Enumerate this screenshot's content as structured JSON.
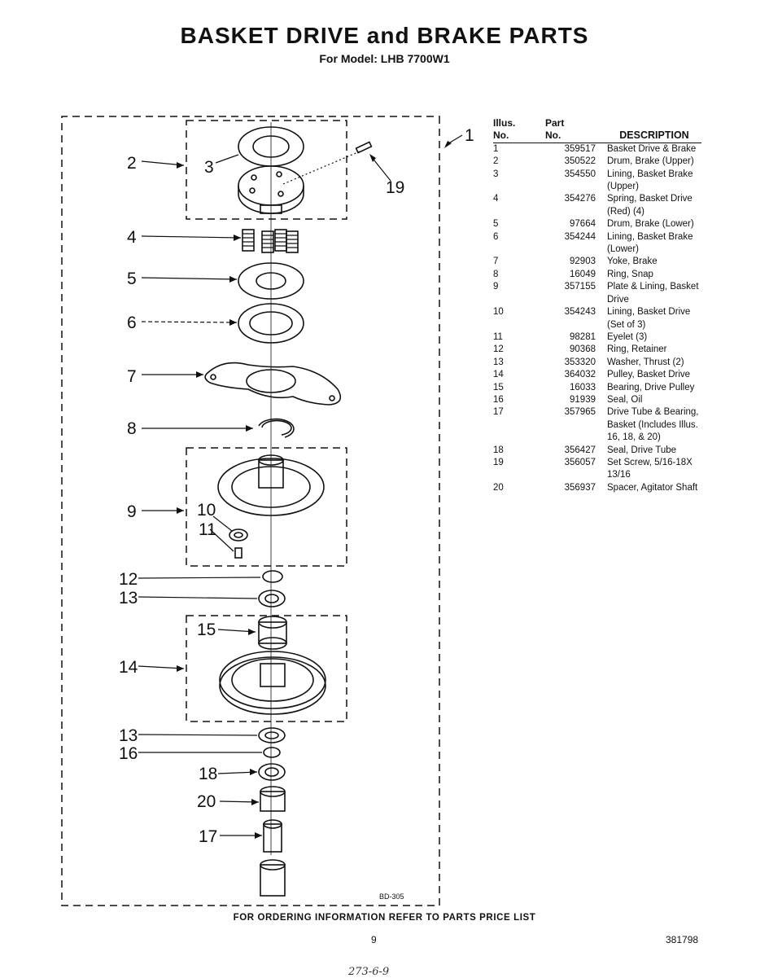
{
  "header": {
    "title": "BASKET DRIVE and BRAKE PARTS",
    "subtitle": "For Model: LHB 7700W1"
  },
  "diagram": {
    "callouts": [
      "1",
      "2",
      "3",
      "19",
      "4",
      "5",
      "6",
      "7",
      "8",
      "9",
      "10",
      "11",
      "12",
      "13",
      "15",
      "14",
      "13",
      "16",
      "18",
      "20",
      "17"
    ],
    "code": "BD-305"
  },
  "table": {
    "headers": {
      "illus": [
        "Illus.",
        "No."
      ],
      "part": [
        "Part",
        "No."
      ],
      "description": "DESCRIPTION"
    },
    "rows": [
      {
        "illus": "1",
        "part": "359517",
        "description": "Basket Drive & Brake"
      },
      {
        "illus": "2",
        "part": "350522",
        "description": "Drum, Brake (Upper)"
      },
      {
        "illus": "3",
        "part": "354550",
        "description": "Lining, Basket Brake (Upper)"
      },
      {
        "illus": "4",
        "part": "354276",
        "description": "Spring, Basket Drive (Red) (4)"
      },
      {
        "illus": "5",
        "part": "97664",
        "description": "Drum, Brake (Lower)"
      },
      {
        "illus": "6",
        "part": "354244",
        "description": "Lining, Basket Brake (Lower)"
      },
      {
        "illus": "7",
        "part": "92903",
        "description": "Yoke, Brake"
      },
      {
        "illus": "8",
        "part": "16049",
        "description": "Ring, Snap"
      },
      {
        "illus": "9",
        "part": "357155",
        "description": "Plate & Lining, Basket Drive"
      },
      {
        "illus": "10",
        "part": "354243",
        "description": "Lining, Basket Drive (Set of 3)"
      },
      {
        "illus": "11",
        "part": "98281",
        "description": "Eyelet (3)"
      },
      {
        "illus": "12",
        "part": "90368",
        "description": "Ring, Retainer"
      },
      {
        "illus": "13",
        "part": "353320",
        "description": "Washer, Thrust (2)"
      },
      {
        "illus": "14",
        "part": "364032",
        "description": "Pulley, Basket Drive"
      },
      {
        "illus": "15",
        "part": "16033",
        "description": "Bearing, Drive Pulley"
      },
      {
        "illus": "16",
        "part": "91939",
        "description": "Seal, Oil"
      },
      {
        "illus": "17",
        "part": "357965",
        "description": "Drive Tube & Bearing, Basket (Includes Illus. 16, 18, & 20)"
      },
      {
        "illus": "18",
        "part": "356427",
        "description": "Seal, Drive Tube"
      },
      {
        "illus": "19",
        "part": "356057",
        "description": "Set Screw, 5/16-18X 13/16"
      },
      {
        "illus": "20",
        "part": "356937",
        "description": "Spacer, Agitator Shaft"
      }
    ]
  },
  "footer": {
    "note": "FOR ORDERING INFORMATION REFER TO PARTS PRICE LIST",
    "page_number": "9",
    "doc_code": "381798",
    "handwritten": "273-6-9"
  }
}
